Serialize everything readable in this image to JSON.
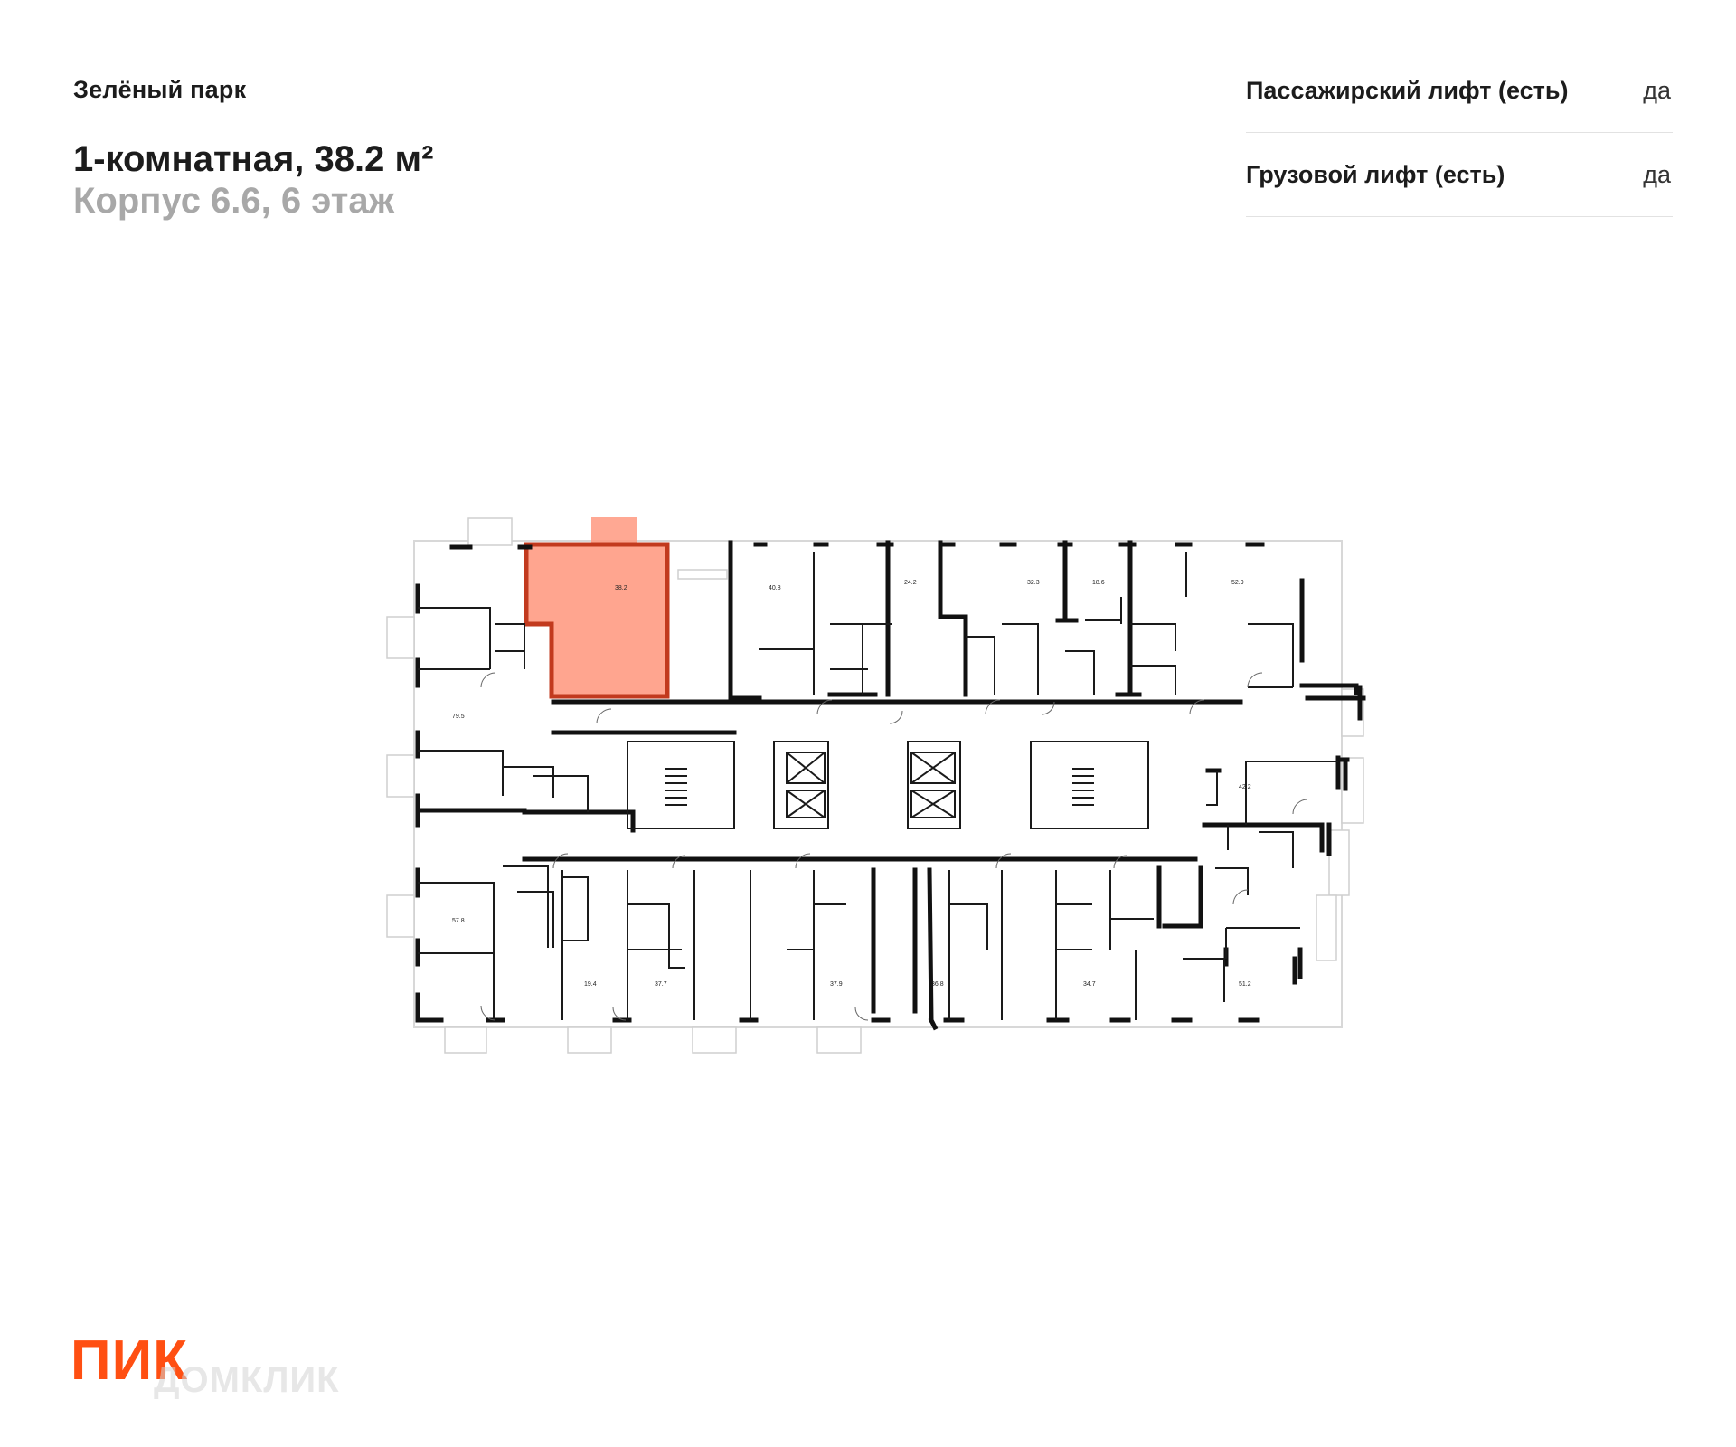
{
  "header": {
    "project_name": "Зелёный парк",
    "apartment_title": "1-комнатная, 38.2 м²",
    "building_floor": "Корпус 6.6, 6 этаж"
  },
  "specs": [
    {
      "label": "Пассажирский лифт (есть)",
      "value": "да"
    },
    {
      "label": "Грузовой лифт (есть)",
      "value": "да"
    }
  ],
  "floor_plan": {
    "highlight_color": "#ff9980",
    "highlight_border": "#c23a1e",
    "selected_area": "38.2",
    "top_row_areas": [
      "40.8",
      "24.2",
      "32.3",
      "18.6",
      "52.9"
    ],
    "left_areas": [
      "79.5",
      "57.8"
    ],
    "right_areas": [
      "42.2",
      "51.2"
    ],
    "bottom_row_areas": [
      "19.4",
      "37.7",
      "37.9",
      "36.8",
      "34.7"
    ]
  },
  "brand": {
    "logo_text": "ПИК",
    "watermark_text": "ДОМКЛИК",
    "color": "#ff4f12"
  }
}
